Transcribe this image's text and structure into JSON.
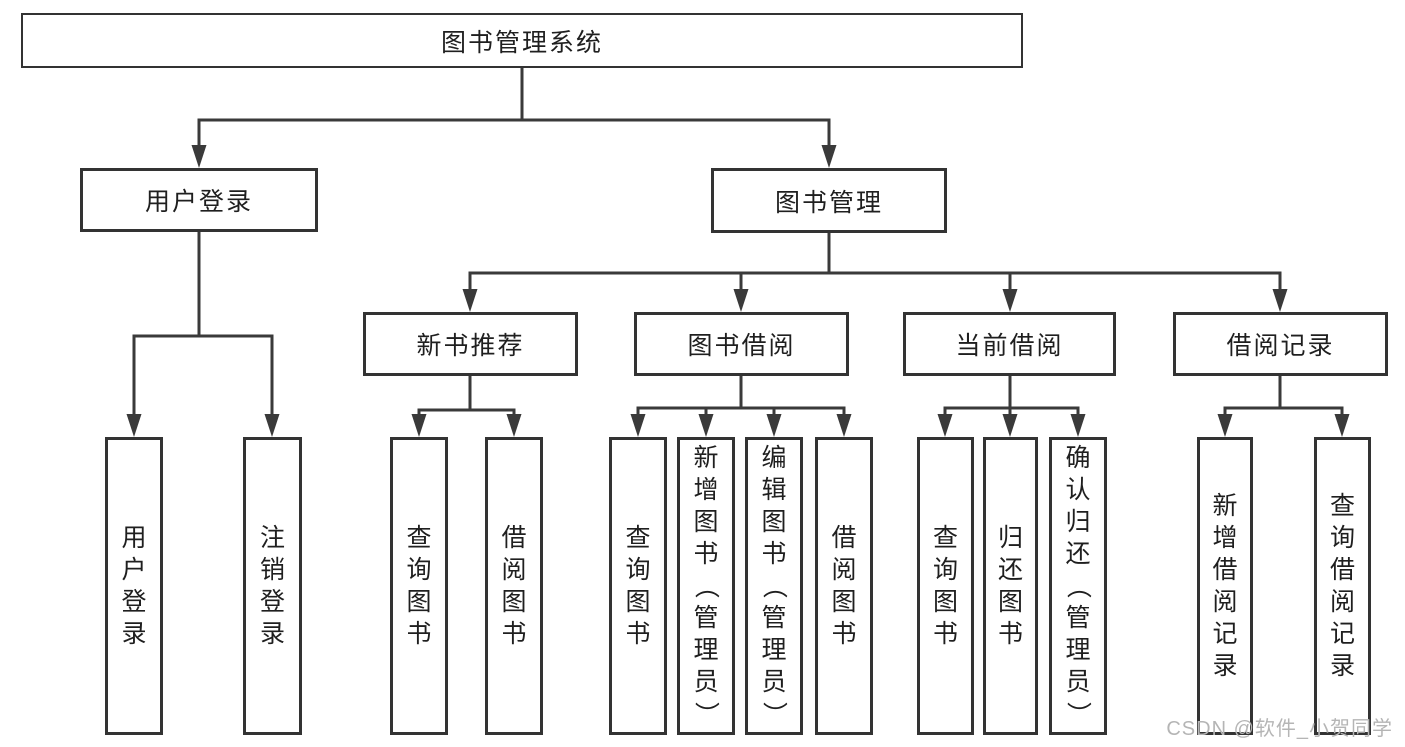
{
  "nodes": {
    "root": "图书管理系统",
    "userLogin": "用户登录",
    "bookManagement": "图书管理",
    "newBookRecommend": "新书推荐",
    "bookBorrow": "图书借阅",
    "currentBorrow": "当前借阅",
    "borrowRecord": "借阅记录",
    "userLoginLeaf": "用户登录",
    "logoutLeaf": "注销登录",
    "nbQueryBooks": "查询图书",
    "nbBorrowBooks": "借阅图书",
    "bbQueryBooks": "查询图书",
    "bbAddBooksAdmin": "新增图书（管理员）",
    "bbEditBooksAdmin": "编辑图书（管理员）",
    "bbBorrowBooks": "借阅图书",
    "cbQueryBooks": "查询图书",
    "cbReturnBooks": "归还图书",
    "cbConfirmReturnAdmin": "确认归还（管理员）",
    "brAddRecord": "新增借阅记录",
    "brQueryRecord": "查询借阅记录"
  },
  "watermark": "CSDN @软件_小贺同学",
  "colors": {
    "line": "#3a3a3a",
    "box_border": "#333333",
    "text": "#1f1f1f",
    "watermark": "#b5b5b5",
    "background": "#ffffff"
  }
}
